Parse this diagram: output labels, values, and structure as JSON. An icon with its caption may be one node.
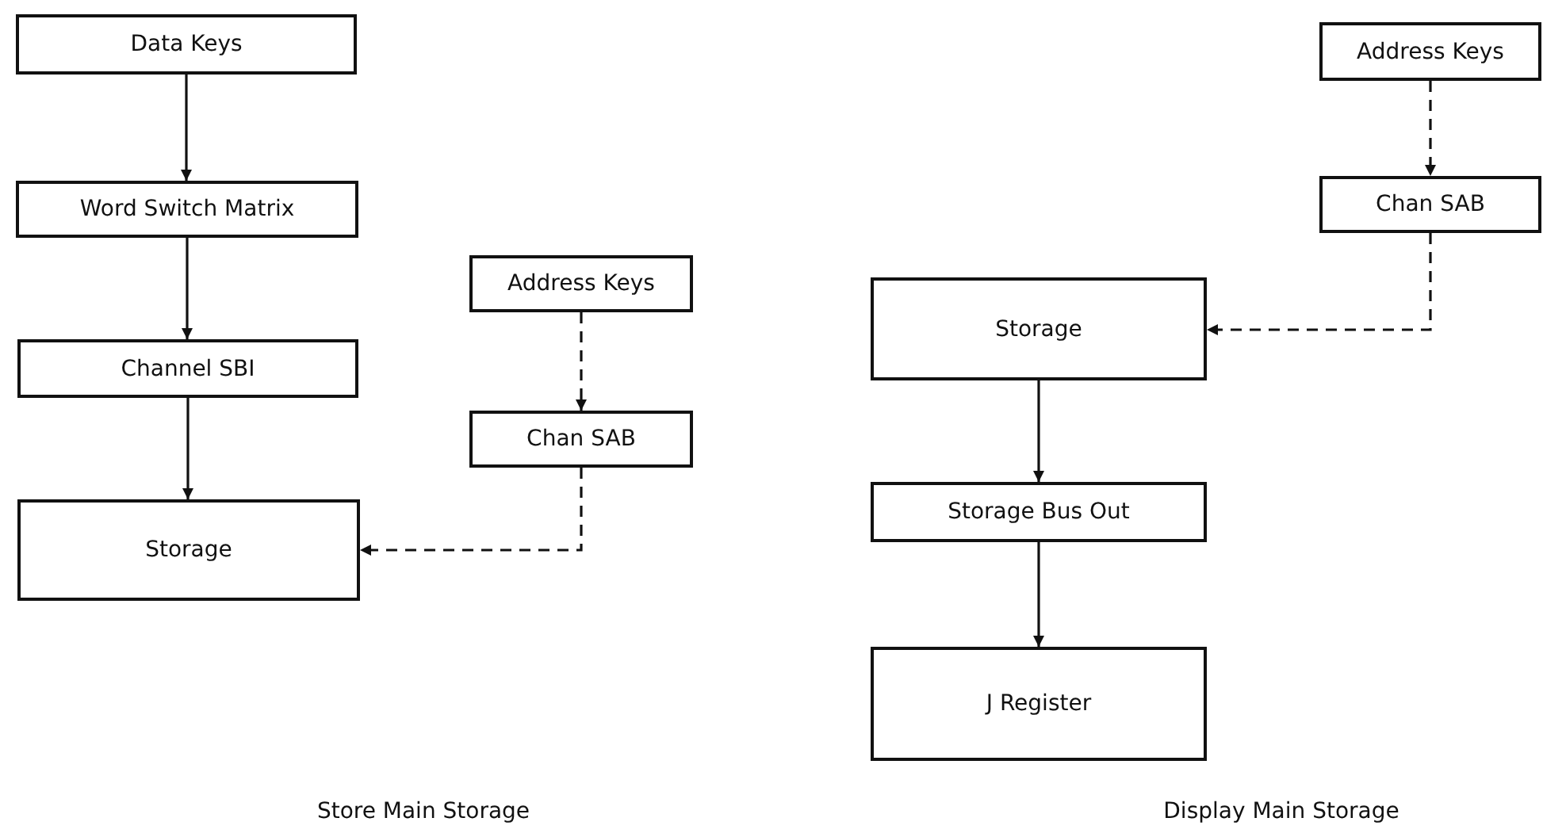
{
  "diagram": {
    "nodes": [
      {
        "text": [
          "Data Keys"
        ]
      },
      {
        "text": [
          "Word Switch Matrix"
        ]
      },
      {
        "text": [
          "Channel SBI"
        ]
      },
      {
        "text": [
          "Storage"
        ]
      },
      {
        "text": [
          "Address Keys"
        ]
      },
      {
        "text": [
          "Chan SAB"
        ]
      },
      {
        "text": [
          "Address Keys"
        ]
      },
      {
        "text": [
          "Chan SAB"
        ]
      },
      {
        "text": [
          "Storage"
        ]
      },
      {
        "text": [
          "Storage Bus Out"
        ]
      },
      {
        "text": [
          "J Register"
        ]
      }
    ],
    "edges": [
      {
        "from": 0,
        "to": 1,
        "arrow": "to"
      },
      {
        "from": 1,
        "to": 2,
        "arrow": "to"
      },
      {
        "from": 2,
        "to": 3,
        "arrow": "to"
      },
      {
        "from": 4,
        "to": 5,
        "arrow": "to",
        "style": "dashed"
      },
      {
        "from": 5,
        "to": 3,
        "arrow": "to",
        "style": "dashed"
      },
      {
        "from": 6,
        "to": 7,
        "arrow": "to",
        "style": "dashed"
      },
      {
        "from": 7,
        "to": 8,
        "arrow": "to",
        "style": "dashed"
      },
      {
        "from": 8,
        "to": 9,
        "arrow": "to"
      },
      {
        "from": 9,
        "to": 10,
        "arrow": "to"
      }
    ],
    "labels": [
      "Store Main Storage",
      "Display Main Storage"
    ]
  }
}
